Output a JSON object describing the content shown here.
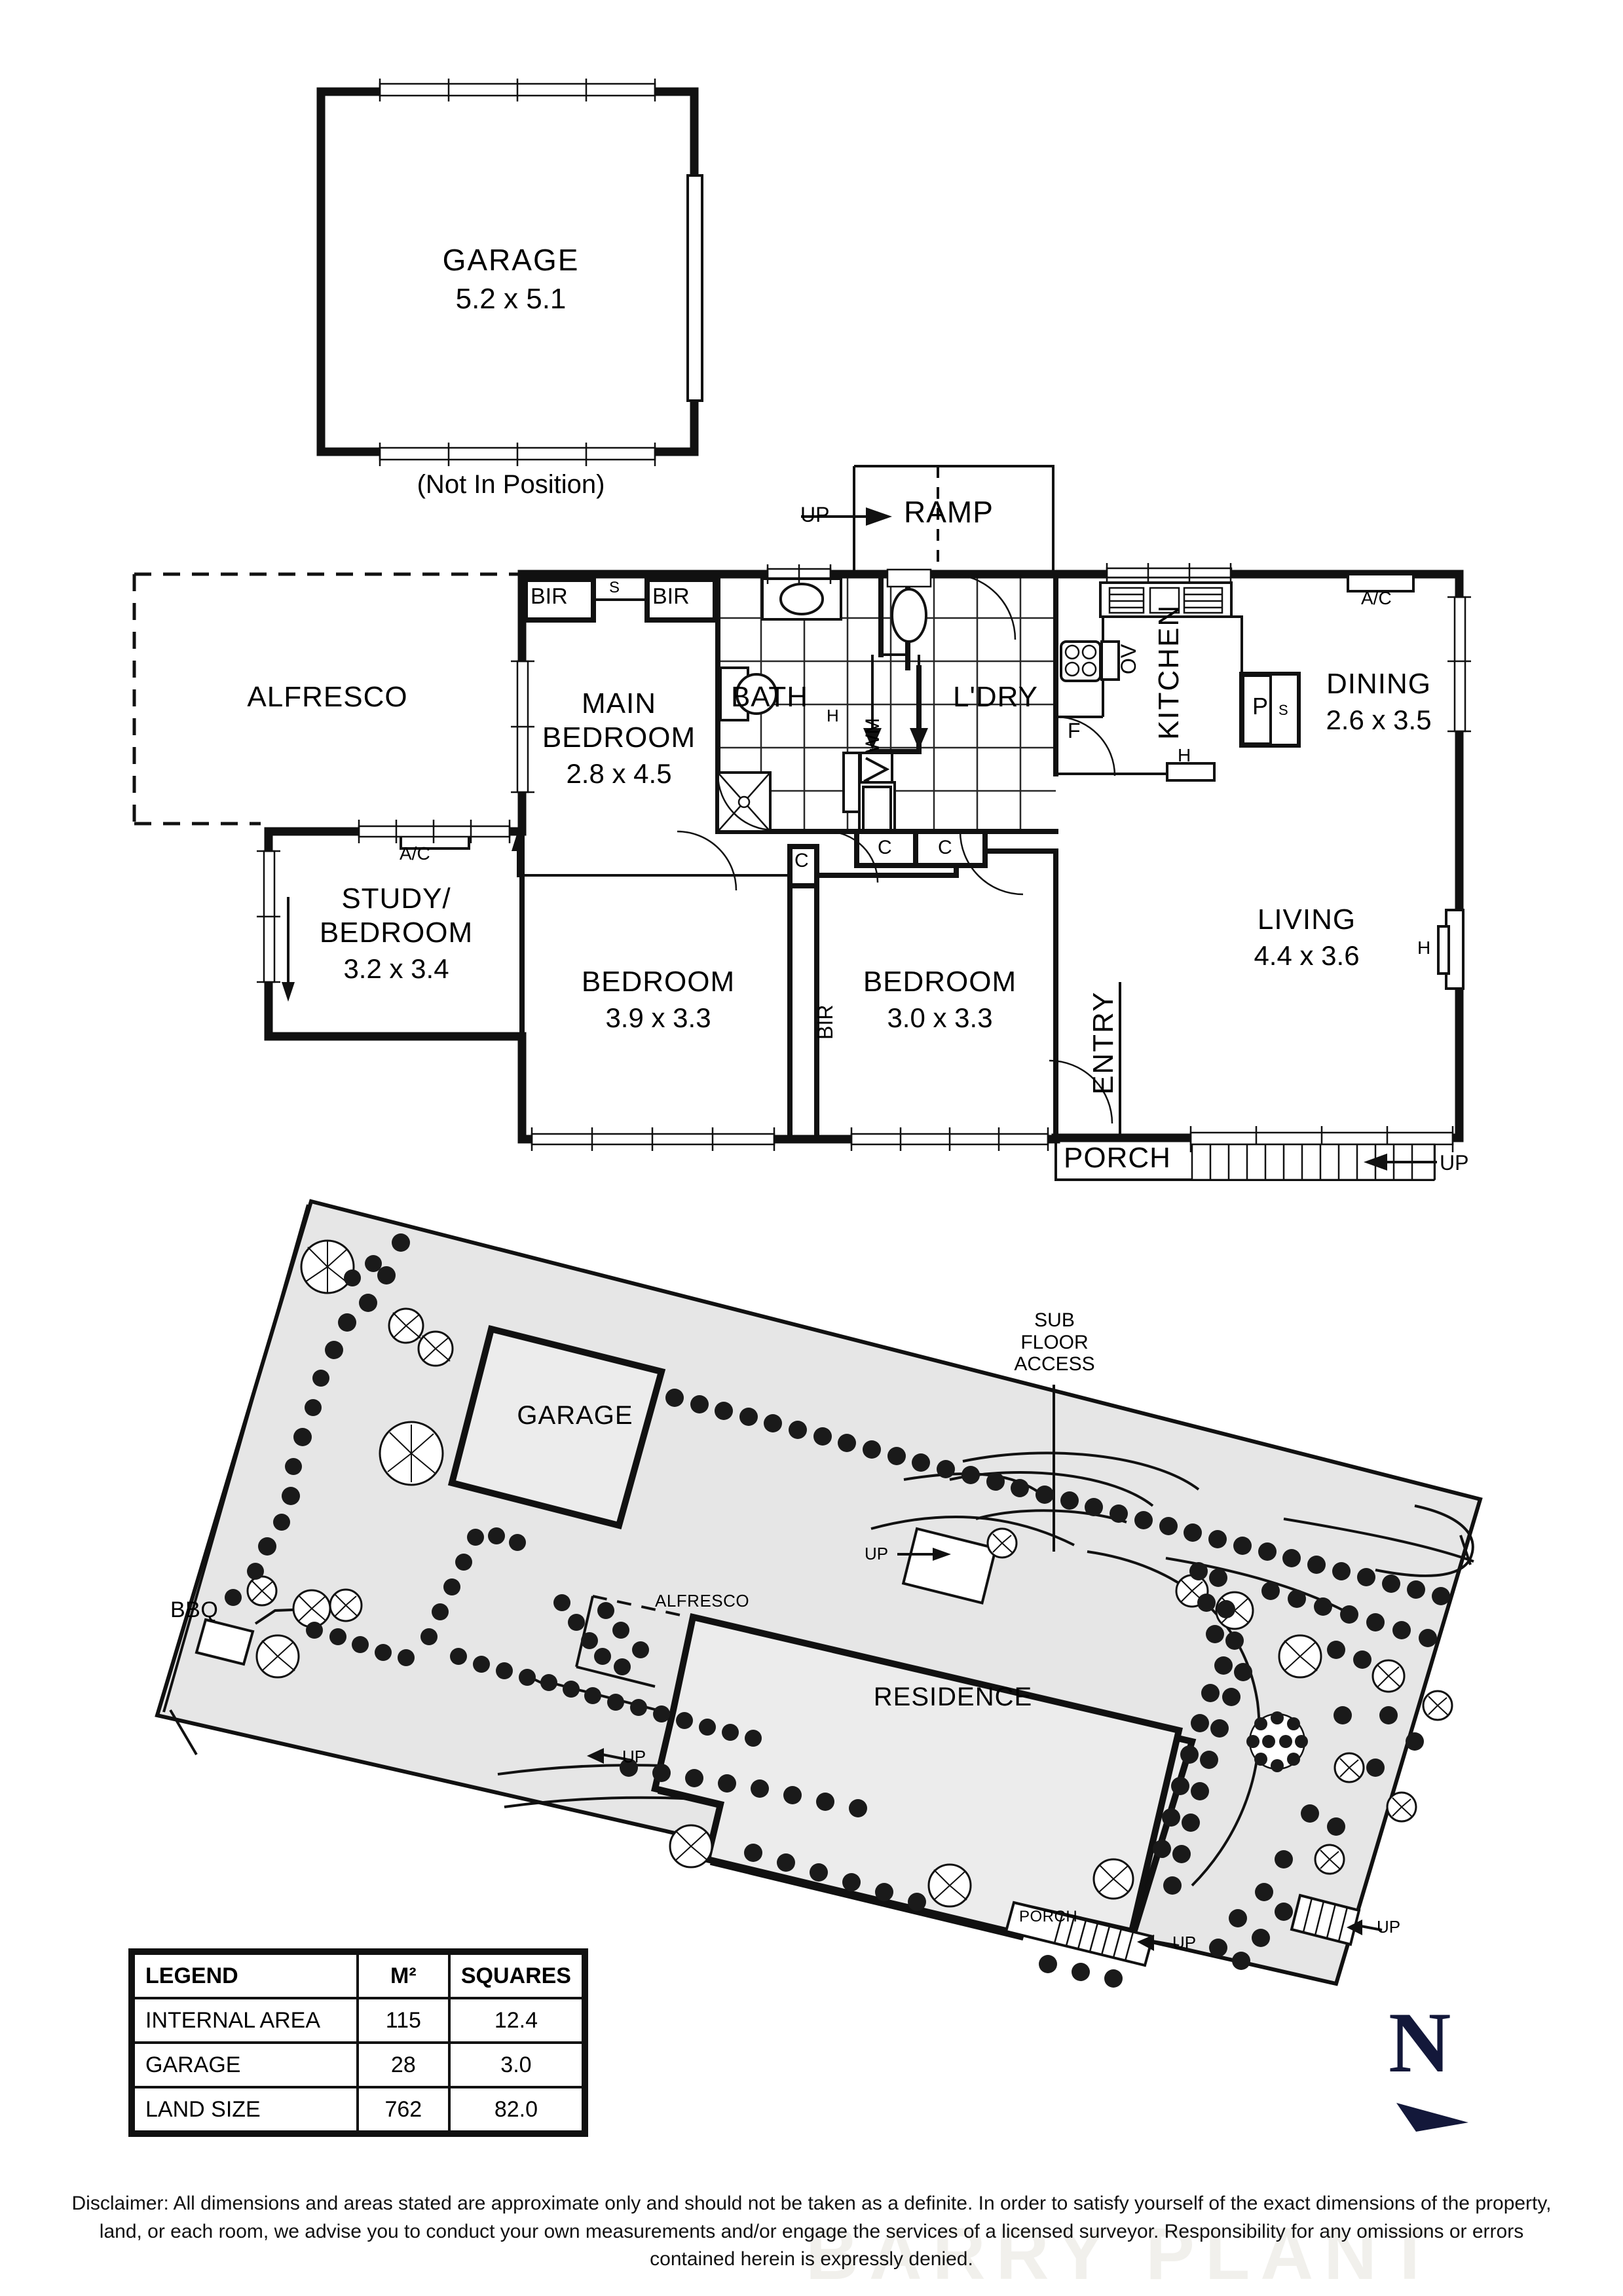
{
  "garage_detached": {
    "name": "GARAGE",
    "dimensions": "5.2 x 5.1",
    "note": "(Not In Position)"
  },
  "floor_plan": {
    "rooms": [
      {
        "name": "ALFRESCO",
        "dimensions": ""
      },
      {
        "name": "MAIN BEDROOM",
        "name_line1": "MAIN",
        "name_line2": "BEDROOM",
        "dimensions": "2.8 x 4.5"
      },
      {
        "name": "BATH",
        "dimensions": ""
      },
      {
        "name": "L'DRY",
        "dimensions": ""
      },
      {
        "name": "KITCHEN",
        "dimensions": ""
      },
      {
        "name": "DINING",
        "dimensions": "2.6 x 3.5"
      },
      {
        "name": "STUDY/ BEDROOM",
        "name_line1": "STUDY/",
        "name_line2": "BEDROOM",
        "dimensions": "3.2 x 3.4"
      },
      {
        "name": "BEDROOM",
        "dimensions": "3.9 x 3.3"
      },
      {
        "name": "BEDROOM",
        "dimensions": "3.0 x 3.3"
      },
      {
        "name": "LIVING",
        "dimensions": "4.4 x 3.6"
      },
      {
        "name": "ENTRY",
        "dimensions": ""
      },
      {
        "name": "PORCH",
        "dimensions": ""
      },
      {
        "name": "RAMP",
        "dimensions": ""
      }
    ],
    "annotations": {
      "ramp": "RAMP",
      "up_ramp": "UP",
      "up_porch": "UP",
      "bir_left": "BIR",
      "bir_right": "BIR",
      "shelf_s": "S",
      "bir_mid": "BIR",
      "cupboard_c_mid": "C",
      "cupboard_c1": "C",
      "cupboard_c2": "C",
      "washing_machine": "WM",
      "hotwater_bath": "H",
      "hotwater_kitchen": "H",
      "hotwater_living": "H",
      "fridge": "F",
      "oven": "OV",
      "pantry": "P",
      "pantry_s": "S",
      "ac_alfresco": "A/C",
      "ac_dining": "A/C"
    }
  },
  "site_plan": {
    "labels": {
      "garage": "GARAGE",
      "residence": "RESIDENCE",
      "alfresco": "ALFRESCO",
      "porch": "PORCH",
      "bbq": "BBQ",
      "sub_floor_access_l1": "SUB",
      "sub_floor_access_l2": "FLOOR",
      "sub_floor_access_l3": "ACCESS",
      "up_side": "UP",
      "up_left": "UP",
      "up_porch": "UP",
      "up_right": "UP"
    }
  },
  "legend": {
    "headers": [
      "LEGEND",
      "M²",
      "SQUARES"
    ],
    "rows": [
      {
        "label": "INTERNAL AREA",
        "m2": "115",
        "squares": "12.4"
      },
      {
        "label": "GARAGE",
        "m2": "28",
        "squares": "3.0"
      },
      {
        "label": "LAND SIZE",
        "m2": "762",
        "squares": "82.0"
      }
    ]
  },
  "compass": {
    "north_letter": "N"
  },
  "watermark": {
    "text": "BARRY PLANT"
  },
  "disclaimer": {
    "text": "Disclaimer: All dimensions and areas stated are approximate only and should not be taken as a definite. In order to satisfy yourself of the exact dimensions of the property, land, or each room, we advise you to conduct your own measurements and/or engage the services of a licensed surveyor. Responsibility for any omissions or errors contained herein is expressly denied."
  },
  "colors": {
    "ink": "#111111",
    "site_fill": "#e6e6e6",
    "building_fill": "#ececec",
    "north": "#13183a"
  }
}
